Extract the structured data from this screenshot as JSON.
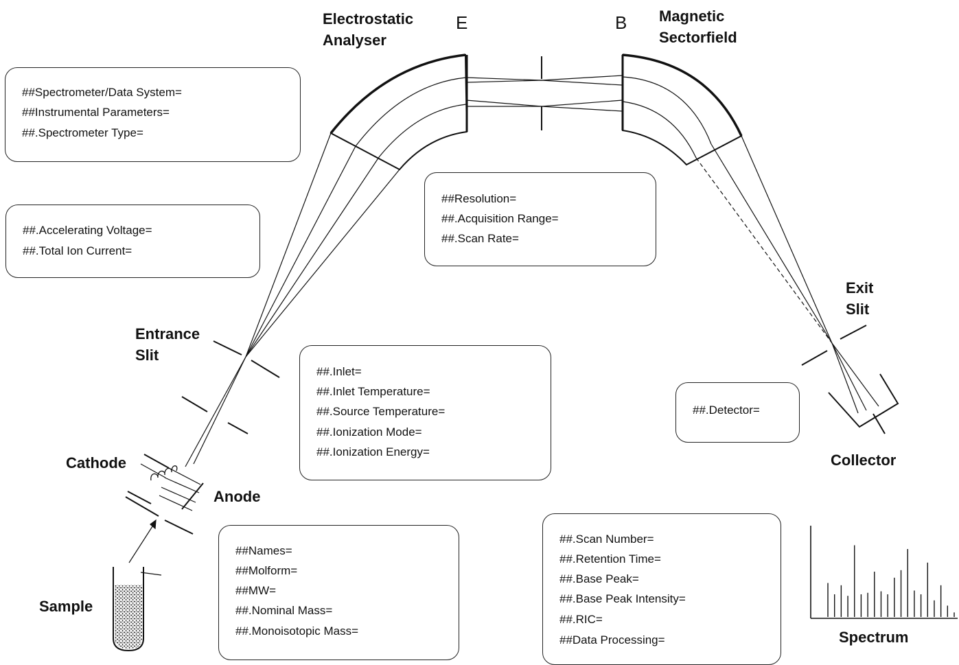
{
  "labels": {
    "electrostatic": [
      "Electrostatic",
      "Analyser"
    ],
    "e_symbol": "E",
    "b_symbol": "B",
    "magnetic": [
      "Magnetic",
      "Sectorfield"
    ],
    "exit_slit": [
      "Exit",
      "Slit"
    ],
    "entrance_slit": [
      "Entrance",
      "Slit"
    ],
    "cathode": "Cathode",
    "anode": "Anode",
    "sample": "Sample",
    "collector": "Collector",
    "spectrum": "Spectrum"
  },
  "boxes": {
    "spectrometer": [
      "##Spectrometer/Data System=",
      "##Instrumental Parameters=",
      "##.Spectrometer Type="
    ],
    "voltage": [
      "##.Accelerating Voltage=",
      "##.Total Ion Current="
    ],
    "resolution": [
      "##Resolution=",
      "##.Acquisition Range=",
      "##.Scan Rate="
    ],
    "inlet": [
      "##.Inlet=",
      "##.Inlet Temperature=",
      "##.Source Temperature=",
      "##.Ionization Mode=",
      "##.Ionization Energy="
    ],
    "detector": [
      "##.Detector="
    ],
    "names": [
      "##Names=",
      "##Molform=",
      "##MW=",
      "##.Nominal Mass=",
      "##.Monoisotopic Mass="
    ],
    "scan": [
      "##.Scan Number=",
      "##.Retention Time=",
      "##.Base Peak=",
      "##.Base Peak Intensity=",
      "##.RIC=",
      "##Data Processing="
    ]
  },
  "spectrum_peaks": [
    0.45,
    0.3,
    0.42,
    0.28,
    0.95,
    0.3,
    0.32,
    0.6,
    0.34,
    0.3,
    0.52,
    0.62,
    0.9,
    0.35,
    0.3,
    0.72,
    0.22,
    0.42,
    0.15,
    0.06
  ]
}
